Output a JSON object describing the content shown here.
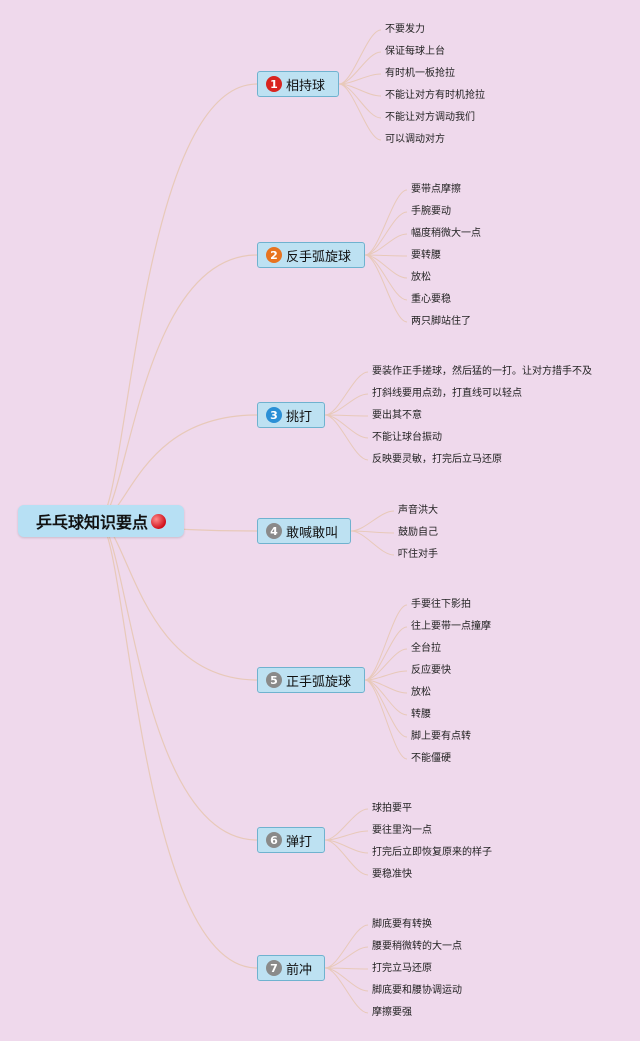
{
  "root": {
    "title": "乒乓球知识要点"
  },
  "branches": [
    {
      "num": "1",
      "label": "相持球",
      "badge_color": "#d9241f",
      "leaves": [
        "不要发力",
        "保证每球上台",
        "有时机一板抢拉",
        "不能让对方有时机抢拉",
        "不能让对方调动我们",
        "可以调动对方"
      ]
    },
    {
      "num": "2",
      "label": "反手弧旋球",
      "badge_color": "#e8731f",
      "leaves": [
        "要带点摩擦",
        "手腕要动",
        "幅度稍微大一点",
        "要转腰",
        "放松",
        "重心要稳",
        "两只脚站住了"
      ]
    },
    {
      "num": "3",
      "label": "挑打",
      "badge_color": "#2a8fd6",
      "leaves": [
        "要装作正手搓球，然后猛的一打。让对方措手不及",
        "打斜线要用点劲，打直线可以轻点",
        "要出其不意",
        "不能让球台振动",
        "反映要灵敏，打完后立马还原"
      ]
    },
    {
      "num": "4",
      "label": "敢喊敢叫",
      "badge_color": "#8a8a8a",
      "leaves": [
        "声音洪大",
        "鼓励自己",
        "吓住对手"
      ]
    },
    {
      "num": "5",
      "label": "正手弧旋球",
      "badge_color": "#8a8a8a",
      "leaves": [
        "手要往下影拍",
        "往上要带一点撞摩",
        "全台拉",
        "反应要快",
        "放松",
        "转腰",
        "脚上要有点转",
        "不能僵硬"
      ]
    },
    {
      "num": "6",
      "label": "弹打",
      "badge_color": "#8a8a8a",
      "leaves": [
        "球拍要平",
        "要往里沟一点",
        "打完后立即恢复原来的样子",
        "要稳准快"
      ]
    },
    {
      "num": "7",
      "label": "前冲",
      "badge_color": "#8a8a8a",
      "leaves": [
        "脚底要有转换",
        "腰要稍微转的大一点",
        "打完立马还原",
        "脚底要和腰协调运动",
        "摩擦要强"
      ]
    }
  ],
  "colors": {
    "background": "#efd9ec",
    "node_fill": "#bde1f2",
    "node_border": "#6fb2cf",
    "line": "#e8c9b9"
  }
}
